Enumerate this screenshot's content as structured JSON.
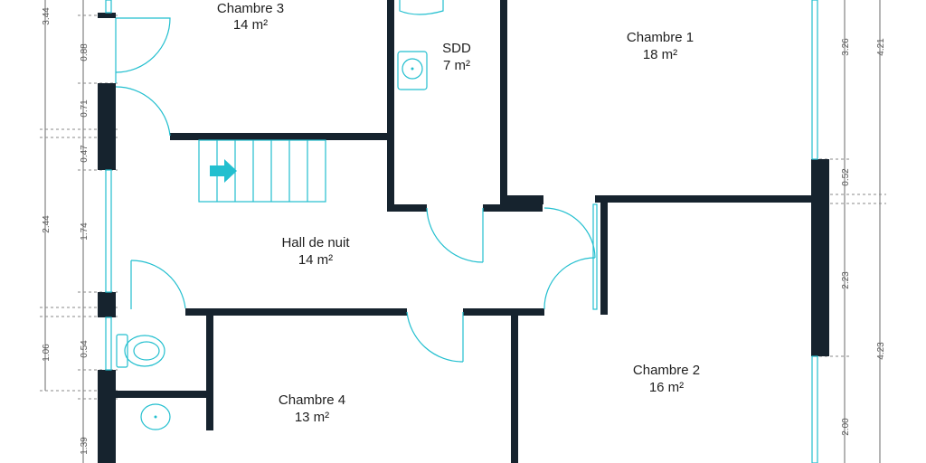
{
  "colors": {
    "wall": "#16232e",
    "fixture": "#22bfcf",
    "background": "#ffffff",
    "arrow": "#22bfcf"
  },
  "rooms": {
    "chambre3": {
      "name": "Chambre 3",
      "area": "14 m²"
    },
    "sdd": {
      "name": "SDD",
      "area": "7 m²"
    },
    "chambre1": {
      "name": "Chambre 1",
      "area": "18 m²"
    },
    "hall": {
      "name": "Hall de nuit",
      "area": "14 m²"
    },
    "chambre2": {
      "name": "Chambre 2",
      "area": "16 m²"
    },
    "chambre4": {
      "name": "Chambre 4",
      "area": "13 m²"
    }
  },
  "dimensions": {
    "left_outer": [
      "3.44",
      "2.44",
      "1.06"
    ],
    "left_inner": [
      "0.88",
      "0.71",
      "0.47",
      "1.74",
      "0.54",
      "1.39"
    ],
    "right_inner": [
      "3.26",
      "0.52",
      "2.23",
      "2.00"
    ],
    "right_outer": [
      "4.21",
      "4.23"
    ]
  },
  "icons": [
    "stair-arrow-icon",
    "sink-icon",
    "toilet-icon"
  ]
}
